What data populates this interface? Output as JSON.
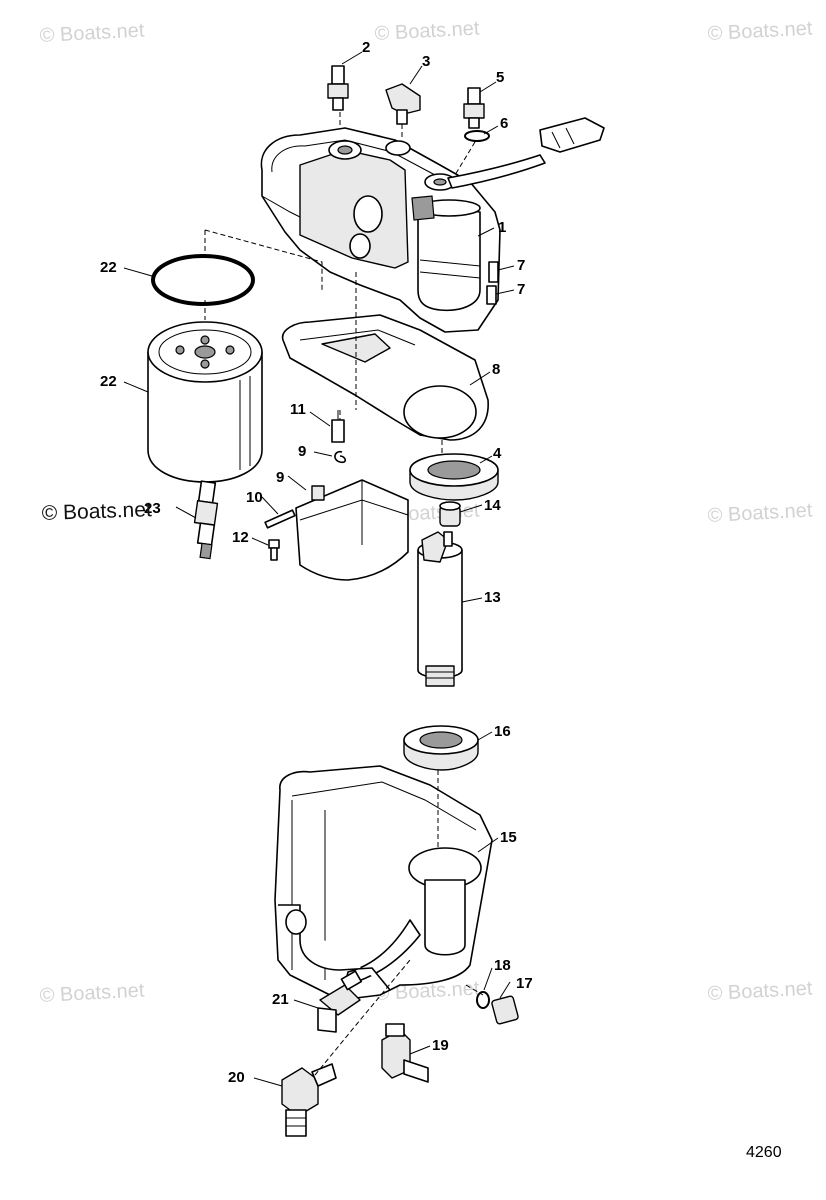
{
  "watermark": "© Boats.net",
  "figure_number": "4260",
  "callouts": [
    {
      "id": "c1",
      "label": "1"
    },
    {
      "id": "c2",
      "label": "2"
    },
    {
      "id": "c3",
      "label": "3"
    },
    {
      "id": "c4",
      "label": "4"
    },
    {
      "id": "c5",
      "label": "5"
    },
    {
      "id": "c6",
      "label": "6"
    },
    {
      "id": "c7a",
      "label": "7"
    },
    {
      "id": "c7b",
      "label": "7"
    },
    {
      "id": "c8",
      "label": "8"
    },
    {
      "id": "c9a",
      "label": "9"
    },
    {
      "id": "c9b",
      "label": "9"
    },
    {
      "id": "c10",
      "label": "10"
    },
    {
      "id": "c11",
      "label": "11"
    },
    {
      "id": "c12",
      "label": "12"
    },
    {
      "id": "c13",
      "label": "13"
    },
    {
      "id": "c14",
      "label": "14"
    },
    {
      "id": "c15",
      "label": "15"
    },
    {
      "id": "c16",
      "label": "16"
    },
    {
      "id": "c17",
      "label": "17"
    },
    {
      "id": "c18",
      "label": "18"
    },
    {
      "id": "c19",
      "label": "19"
    },
    {
      "id": "c20",
      "label": "20"
    },
    {
      "id": "c21",
      "label": "21"
    },
    {
      "id": "c22a",
      "label": "22"
    },
    {
      "id": "c22b",
      "label": "22"
    },
    {
      "id": "c23",
      "label": "23"
    }
  ]
}
